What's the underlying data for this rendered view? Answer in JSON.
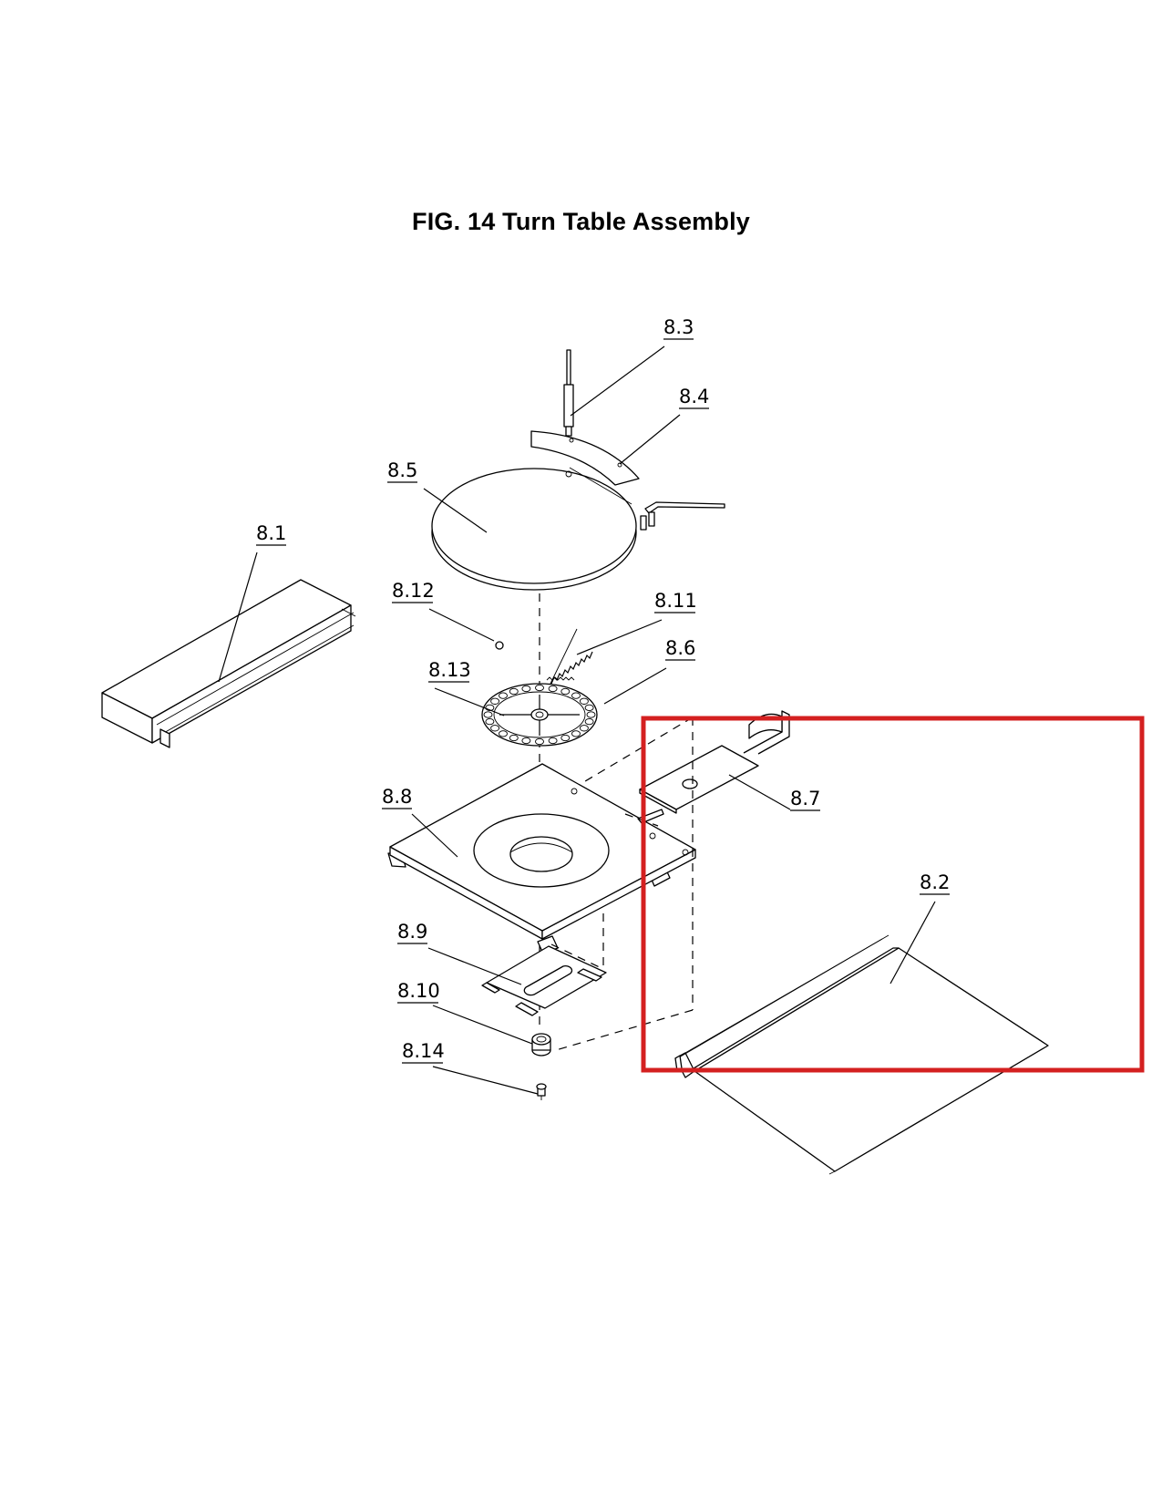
{
  "title": "FIG. 14  Turn Table Assembly",
  "parts": [
    {
      "id": "8.1"
    },
    {
      "id": "8.2"
    },
    {
      "id": "8.3"
    },
    {
      "id": "8.4"
    },
    {
      "id": "8.5"
    },
    {
      "id": "8.6"
    },
    {
      "id": "8.7"
    },
    {
      "id": "8.8"
    },
    {
      "id": "8.9"
    },
    {
      "id": "8.10"
    },
    {
      "id": "8.11"
    },
    {
      "id": "8.12"
    },
    {
      "id": "8.13"
    },
    {
      "id": "8.14"
    }
  ],
  "highlight": {
    "color": "#d42020",
    "parts": [
      "8.7",
      "8.2"
    ]
  }
}
